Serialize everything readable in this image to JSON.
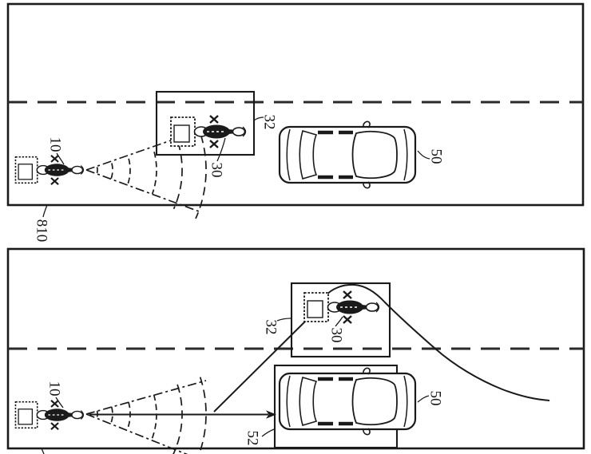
{
  "colors": {
    "ink": "#1a1a1a",
    "paper": "#ffffff"
  },
  "top_panel": {
    "ego_label": "10",
    "target_label": "30",
    "detection_box_label": "32",
    "car_label": "50",
    "scene_label": "810"
  },
  "bottom_panel": {
    "ego_label": "10",
    "target_label": "30",
    "detection_box_label": "32",
    "car_label": "50",
    "arrow_label": "52"
  }
}
